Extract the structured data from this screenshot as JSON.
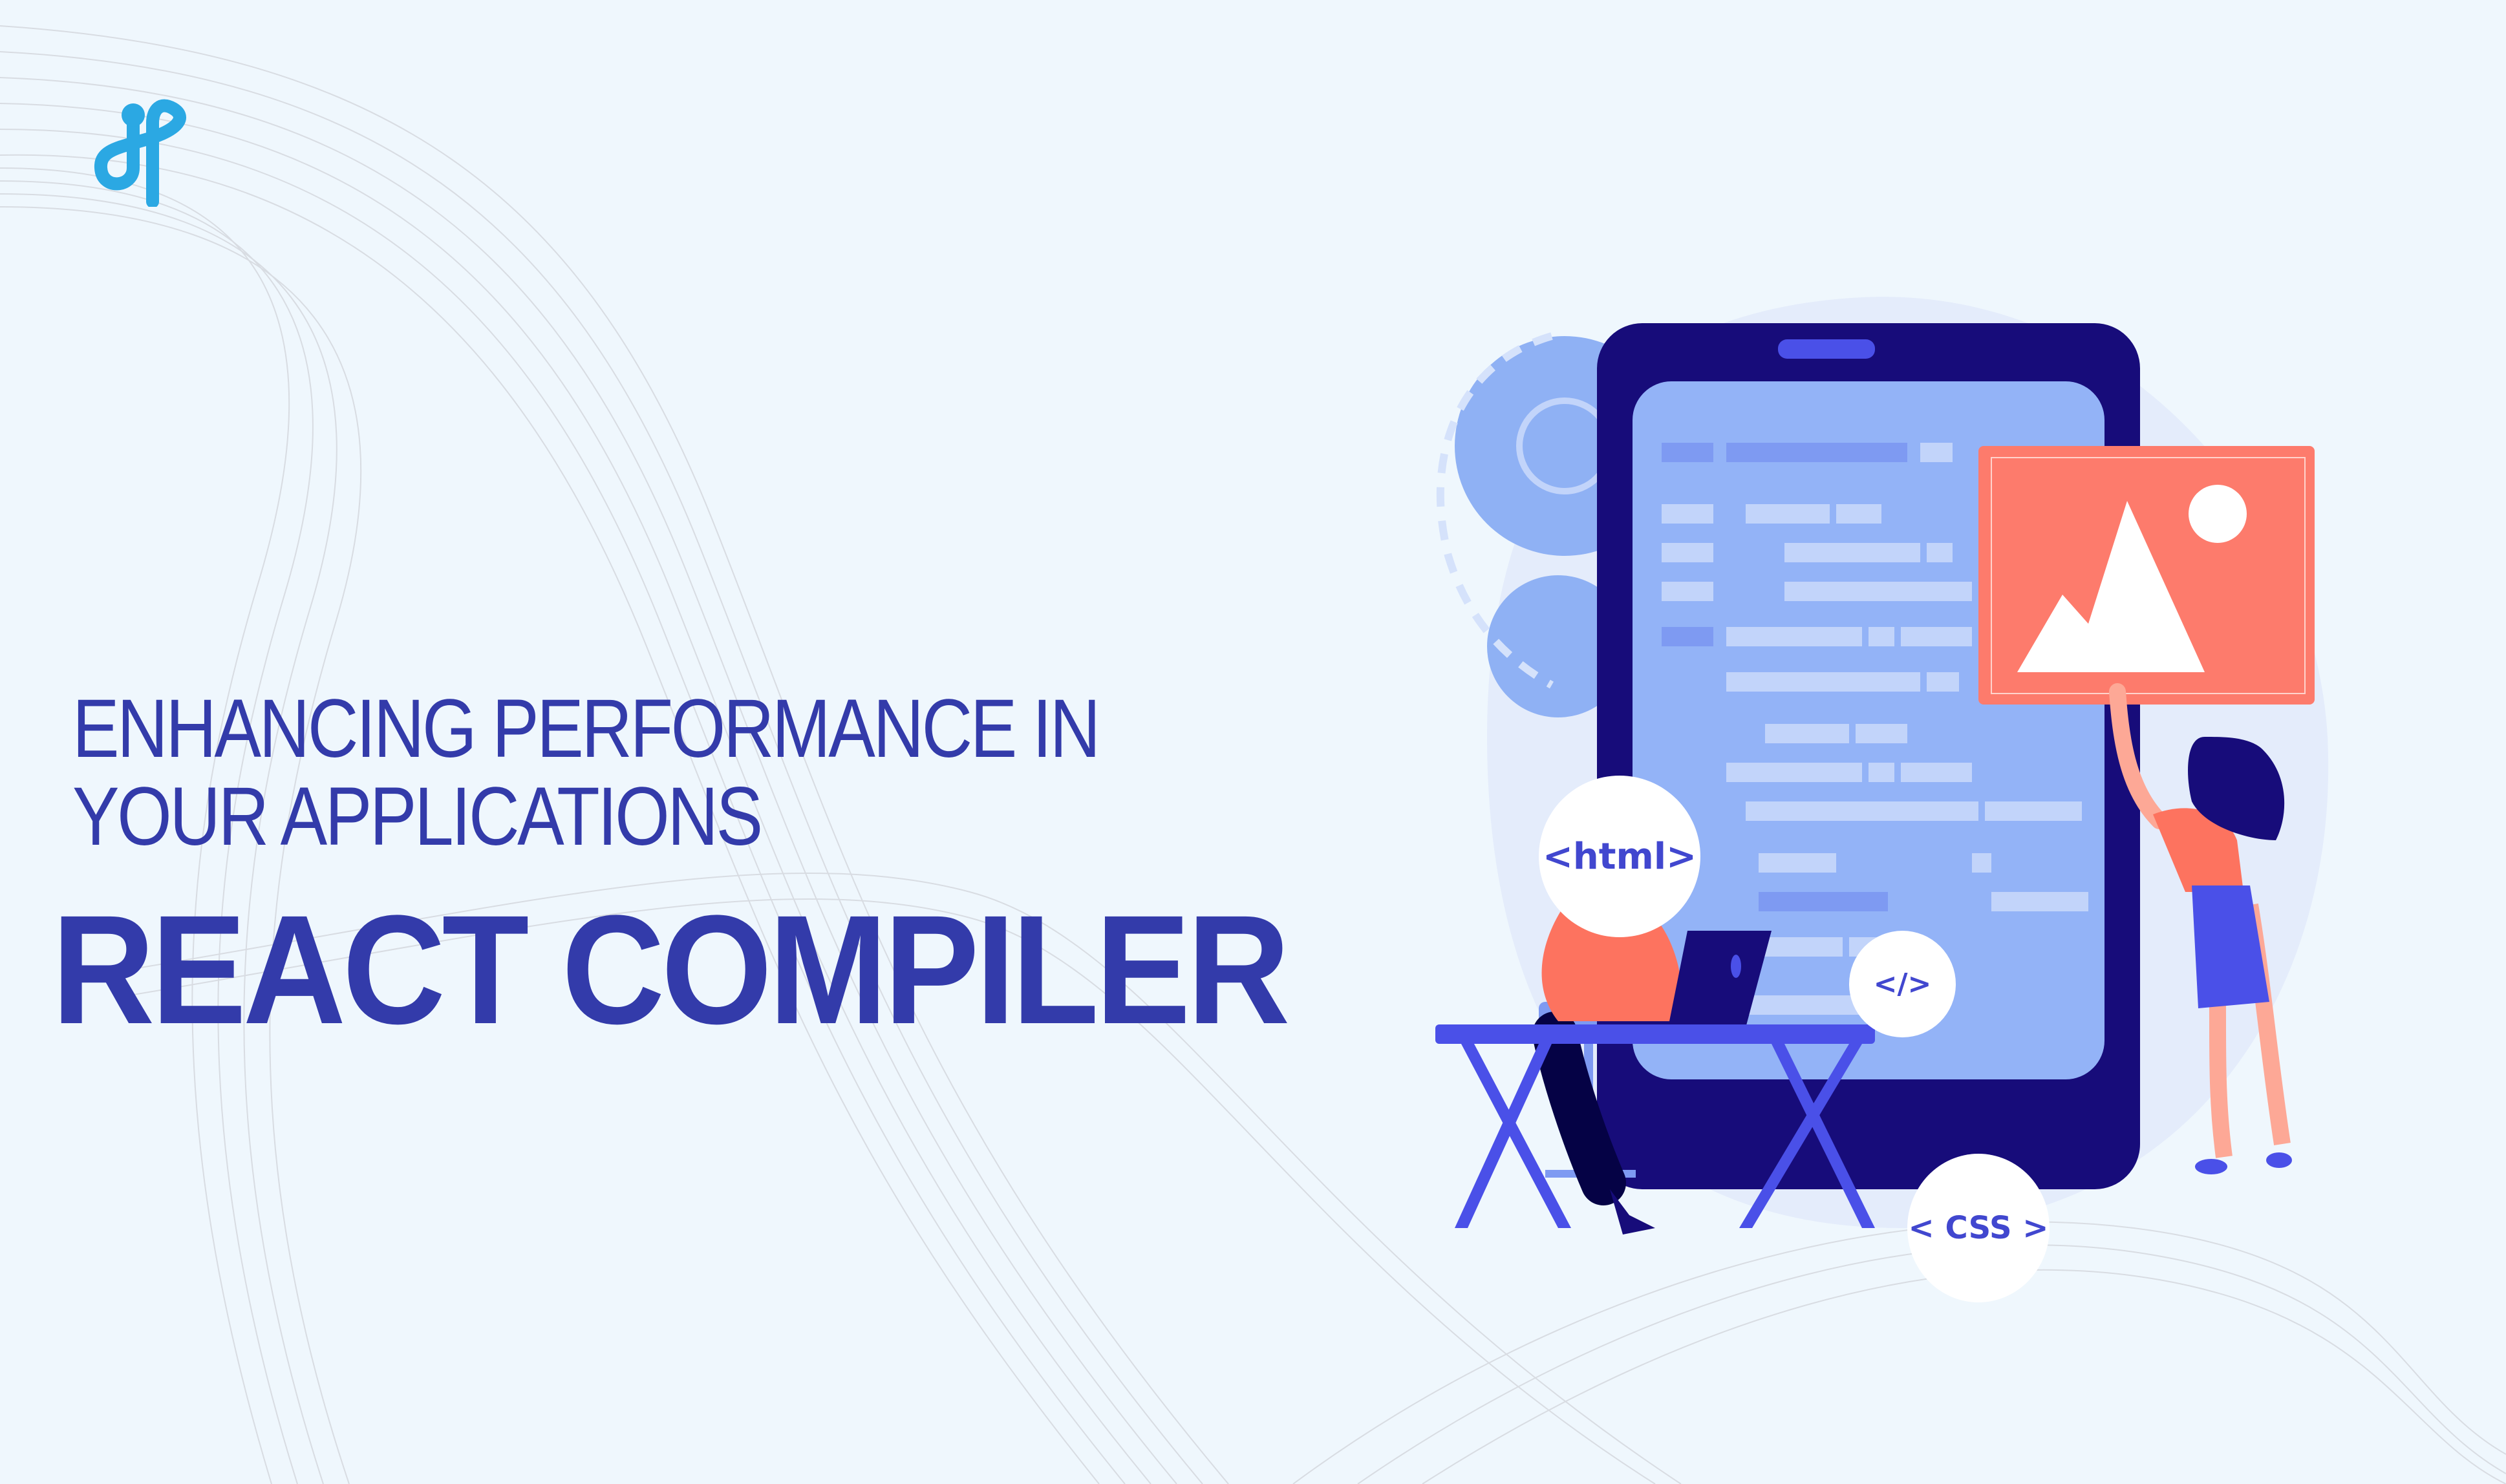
{
  "brand": {
    "logo_icon": "hp-logo-icon",
    "logo_color": "#2BA8E3"
  },
  "headline": {
    "subtitle_lines": [
      "ENHANCING PERFORMANCE IN",
      "YOUR APPLICATIONS"
    ],
    "title": "REACT COMPILER",
    "text_color": "#333BAA"
  },
  "illustration": {
    "tags": {
      "html": "<html>",
      "closing": "</>",
      "css": "< CSS >"
    },
    "icons": [
      "gear-icon",
      "image-icon",
      "laptop-icon",
      "smartphone-icon"
    ],
    "colors": {
      "phone_frame": "#170C7A",
      "phone_screen": "#93B3F7",
      "image_card": "#FD7B6C",
      "shirt": "#FD735F",
      "desk": "#4A50E8",
      "background": "#EFF7FD"
    }
  }
}
